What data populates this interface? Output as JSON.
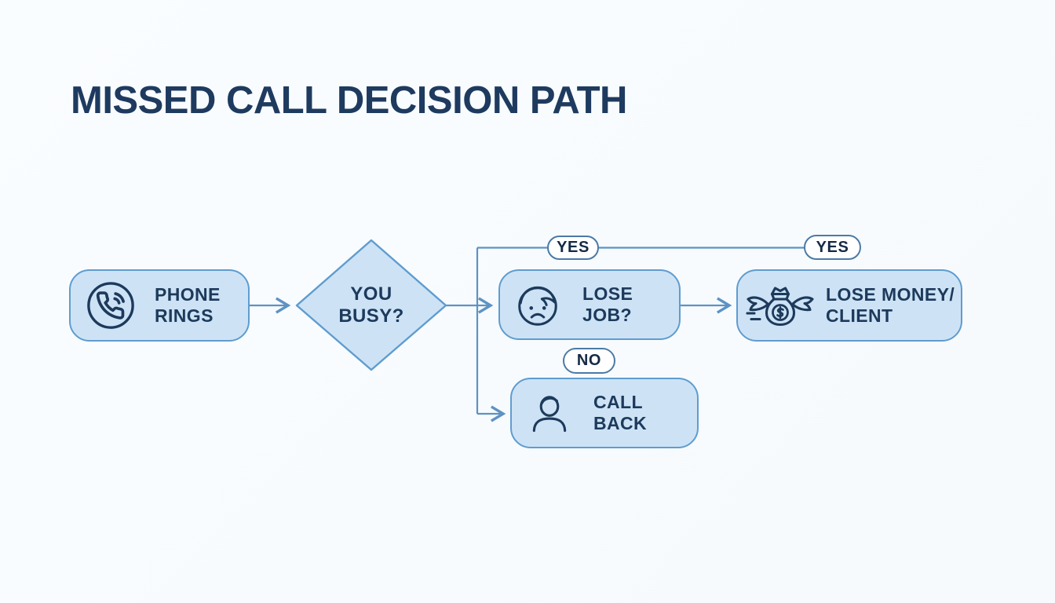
{
  "title": "MISSED CALL DECISION PATH",
  "theme": {
    "bg": "#f9fcfe",
    "navy": "#1d3a5c",
    "title": "#1e3a5f",
    "box_fill": "#cde3f5",
    "box_border": "#5f9ccf",
    "line": "#5e92c4",
    "pill_bg": "#ffffff",
    "pill_border": "#4b7aa6",
    "pill_text": "#152a44"
  },
  "nodes": {
    "phone_rings": {
      "lines": [
        "PHONE",
        "RINGS"
      ],
      "icon": "phone-ring-icon"
    },
    "you_busy": {
      "lines": [
        "YOU",
        "BUSY?"
      ],
      "shape": "diamond"
    },
    "lose_job": {
      "lines": [
        "LOSE",
        "JOB?"
      ],
      "icon": "sad-face-icon"
    },
    "lose_money": {
      "lines": [
        "LOSE MONEY/",
        "CLIENT"
      ],
      "icon": "flying-money-bag-icon"
    },
    "call_back": {
      "lines": [
        "CALL BACK"
      ],
      "icon": "person-icon"
    }
  },
  "edges": {
    "busy_yes": "YES",
    "job_yes": "YES",
    "busy_no": "NO"
  }
}
